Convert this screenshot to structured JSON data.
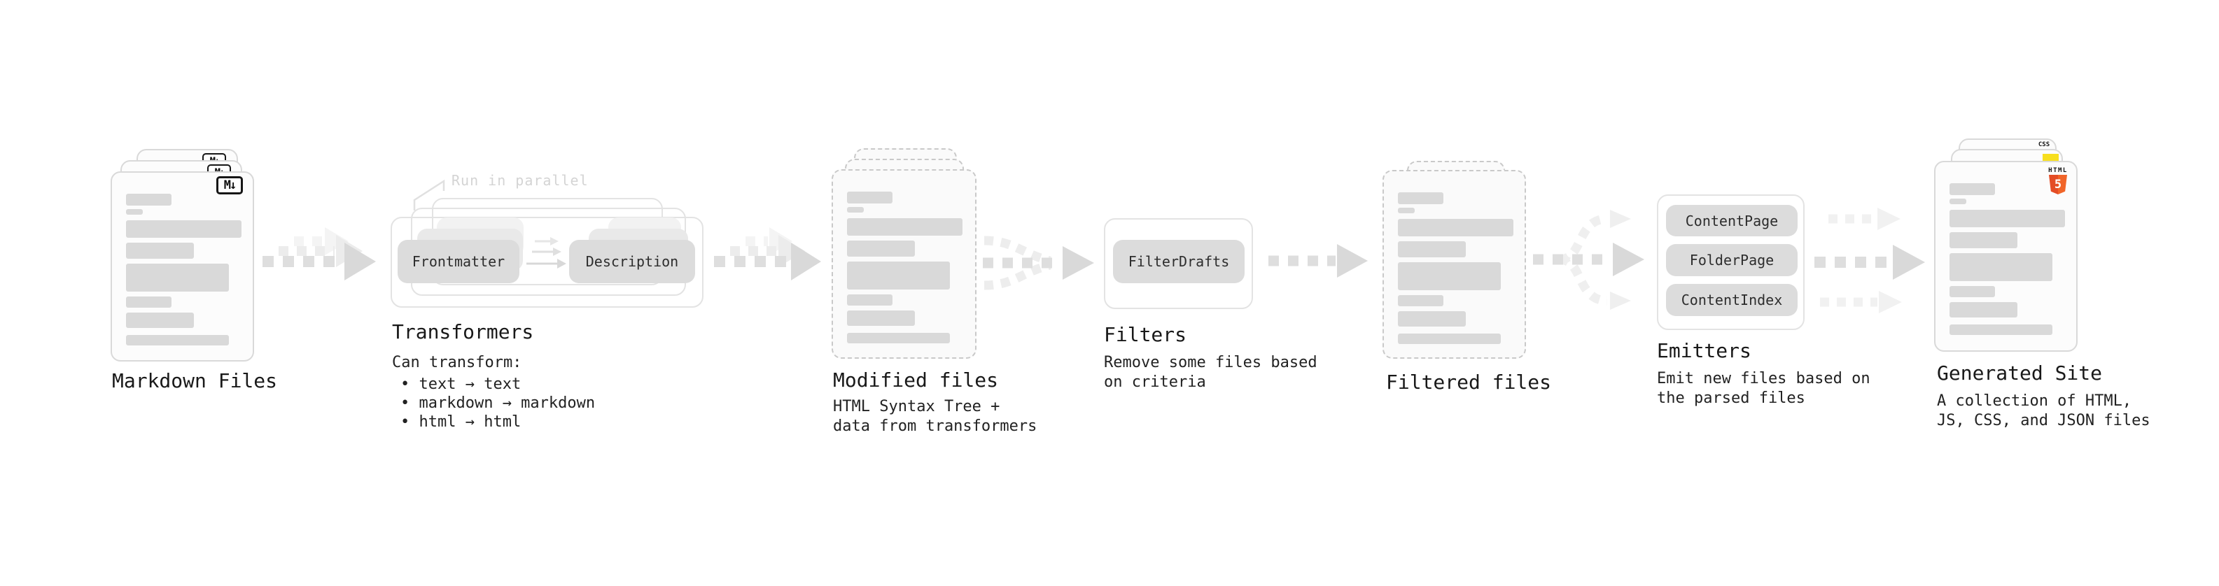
{
  "diagram": {
    "annotation_run_parallel": "Run in parallel",
    "stages": {
      "markdown_files": {
        "label": "Markdown Files",
        "file_icon": "M↓"
      },
      "transformers": {
        "label": "Transformers",
        "pills": {
          "frontmatter": "Frontmatter",
          "description": "Description"
        },
        "description_title": "Can transform:",
        "description_items": [
          "• text → text",
          "• markdown → markdown",
          "• html → html"
        ]
      },
      "modified_files": {
        "label": "Modified files",
        "description_lines": [
          "HTML Syntax Tree +",
          "data from transformers"
        ]
      },
      "filters": {
        "label": "Filters",
        "pills": {
          "filter_drafts": "FilterDrafts"
        },
        "description_lines": [
          "Remove some files based",
          "on criteria"
        ]
      },
      "filtered_files": {
        "label": "Filtered files"
      },
      "emitters": {
        "label": "Emitters",
        "pills": {
          "content_page": "ContentPage",
          "folder_page": "FolderPage",
          "content_index": "ContentIndex"
        },
        "description_lines": [
          "Emit new files based on",
          "the parsed files"
        ]
      },
      "generated_site": {
        "label": "Generated Site",
        "description_lines": [
          "A collection of HTML,",
          "JS, CSS, and JSON files"
        ],
        "badges": {
          "css": "CSS",
          "html": "HTML",
          "html5_number": "5"
        }
      }
    },
    "colors": {
      "arrow_main": "#d9d9d9",
      "arrow_ghost": "#ececec",
      "arrow_faint": "#f4f4f4",
      "pill_bg": "#dcdcdc",
      "text_bar": "#d9d9d9",
      "html5_orange": "#e44d26",
      "js_yellow": "#f7df1e",
      "css_blue": "#2f6fed"
    }
  }
}
